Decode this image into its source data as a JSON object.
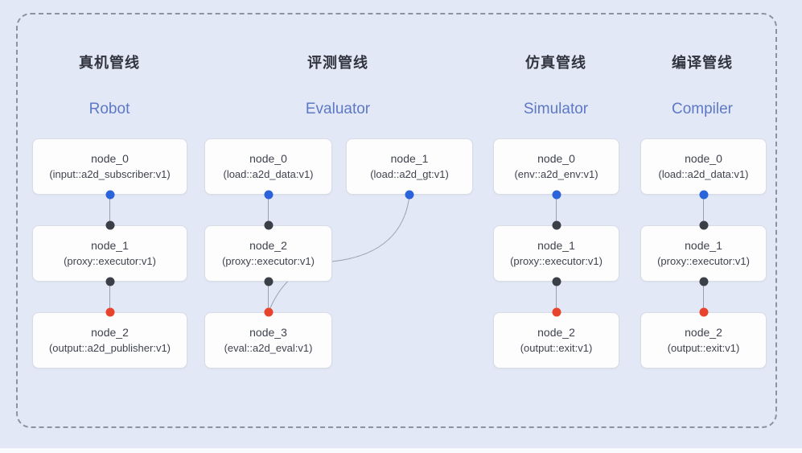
{
  "colors": {
    "bg": "#e3e8f6",
    "frame": "#8b92a0",
    "title": "#31343e",
    "subtitle": "#5d79c6",
    "node-bg": "#fdfdfe",
    "node-border": "#d8dce5",
    "node-text": "#3f434d",
    "edge": "#99a1b1",
    "port-blue": "#2a63da",
    "port-dark": "#3b3f48",
    "port-red": "#e8432c"
  },
  "pipelines": [
    {
      "id": "robot",
      "title_zh": "真机管线",
      "title_en": "Robot",
      "nodes": [
        {
          "name": "node_0",
          "detail": "(input::a2d_subscriber:v1)"
        },
        {
          "name": "node_1",
          "detail": "(proxy::executor:v1)"
        },
        {
          "name": "node_2",
          "detail": "(output::a2d_publisher:v1)"
        }
      ]
    },
    {
      "id": "evaluator",
      "title_zh": "评测管线",
      "title_en": "Evaluator",
      "nodes": [
        {
          "name": "node_0",
          "detail": "(load::a2d_data:v1)"
        },
        {
          "name": "node_1",
          "detail": "(load::a2d_gt:v1)"
        },
        {
          "name": "node_2",
          "detail": "(proxy::executor:v1)"
        },
        {
          "name": "node_3",
          "detail": "(eval::a2d_eval:v1)"
        }
      ]
    },
    {
      "id": "simulator",
      "title_zh": "仿真管线",
      "title_en": "Simulator",
      "nodes": [
        {
          "name": "node_0",
          "detail": "(env::a2d_env:v1)"
        },
        {
          "name": "node_1",
          "detail": "(proxy::executor:v1)"
        },
        {
          "name": "node_2",
          "detail": "(output::exit:v1)"
        }
      ]
    },
    {
      "id": "compiler",
      "title_zh": "编译管线",
      "title_en": "Compiler",
      "nodes": [
        {
          "name": "node_0",
          "detail": "(load::a2d_data:v1)"
        },
        {
          "name": "node_1",
          "detail": "(proxy::executor:v1)"
        },
        {
          "name": "node_2",
          "detail": "(output::exit:v1)"
        }
      ]
    }
  ]
}
